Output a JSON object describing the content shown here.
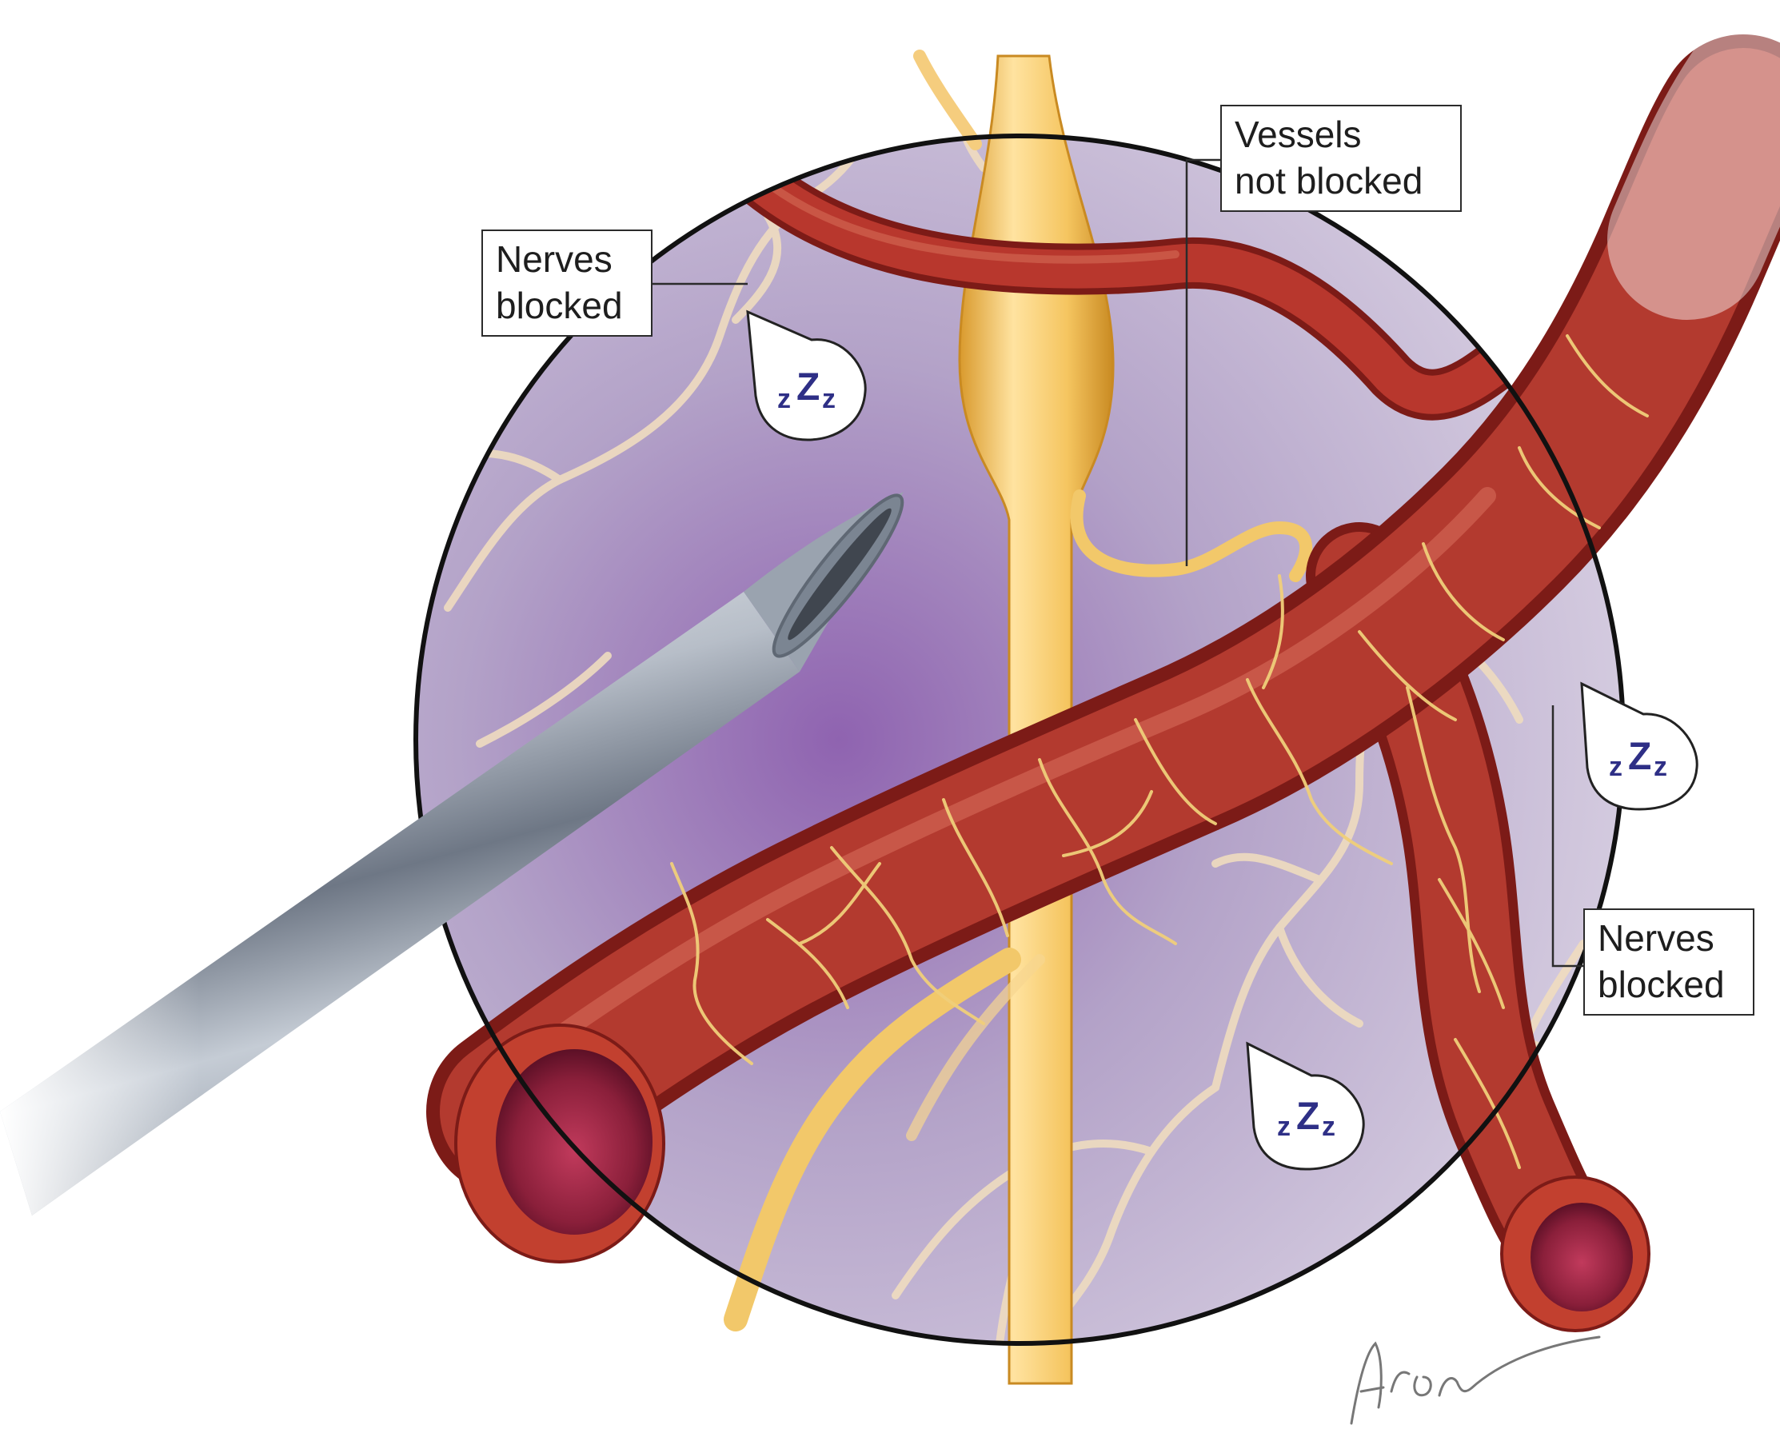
{
  "labels": {
    "nerves_blocked_left": [
      "Nerves",
      "blocked"
    ],
    "vessels_not_blocked": [
      "Vessels",
      "not blocked"
    ],
    "nerves_blocked_right": [
      "Nerves",
      "blocked"
    ]
  },
  "sleep_bubbles": [
    {
      "small": "z",
      "big": "Z",
      "end": "z"
    },
    {
      "small": "z",
      "big": "Z",
      "end": "z"
    },
    {
      "small": "z",
      "big": "Z",
      "end": "z"
    }
  ],
  "signature": "Aron",
  "colors": {
    "background_circle": "#a99bbd",
    "vessel": "#a52a24",
    "vessel_lumen": "#8a1f3a",
    "nerve": "#f2c86a",
    "fine_nerve": "#efd9b8",
    "needle": "#8f98a6",
    "zzz_text": "#2e2f86"
  }
}
